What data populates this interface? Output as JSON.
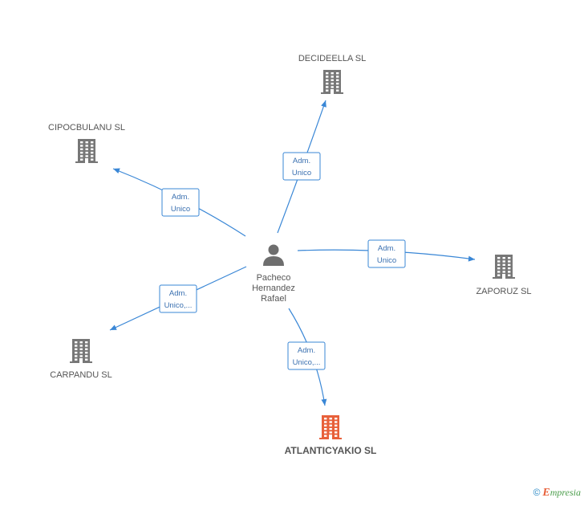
{
  "center": {
    "name_lines": [
      "Pacheco",
      "Hernandez",
      "Rafael"
    ],
    "icon": "person-icon"
  },
  "companies": [
    {
      "id": "decideella",
      "label": "DECIDEELLA SL",
      "highlight": false
    },
    {
      "id": "cipocbulanu",
      "label": "CIPOCBULANU SL",
      "highlight": false
    },
    {
      "id": "zaporuz",
      "label": "ZAPORUZ SL",
      "highlight": false
    },
    {
      "id": "carpandu",
      "label": "CARPANDU SL",
      "highlight": false
    },
    {
      "id": "atlanticyakio",
      "label": "ATLANTICYAKIO SL",
      "highlight": true
    }
  ],
  "relations": [
    {
      "to": "decideella",
      "lines": [
        "Adm.",
        "Unico"
      ]
    },
    {
      "to": "cipocbulanu",
      "lines": [
        "Adm.",
        "Unico"
      ]
    },
    {
      "to": "zaporuz",
      "lines": [
        "Adm.",
        "Unico"
      ]
    },
    {
      "to": "carpandu",
      "lines": [
        "Adm.",
        "Unico,..."
      ]
    },
    {
      "to": "atlanticyakio",
      "lines": [
        "Adm.",
        "Unico,..."
      ]
    }
  ],
  "colors": {
    "edge": "#3a87d6",
    "building": "#777777",
    "building_highlight": "#e8603a"
  },
  "brand": {
    "copyright": "©",
    "initial": "E",
    "rest": "mpresia"
  }
}
